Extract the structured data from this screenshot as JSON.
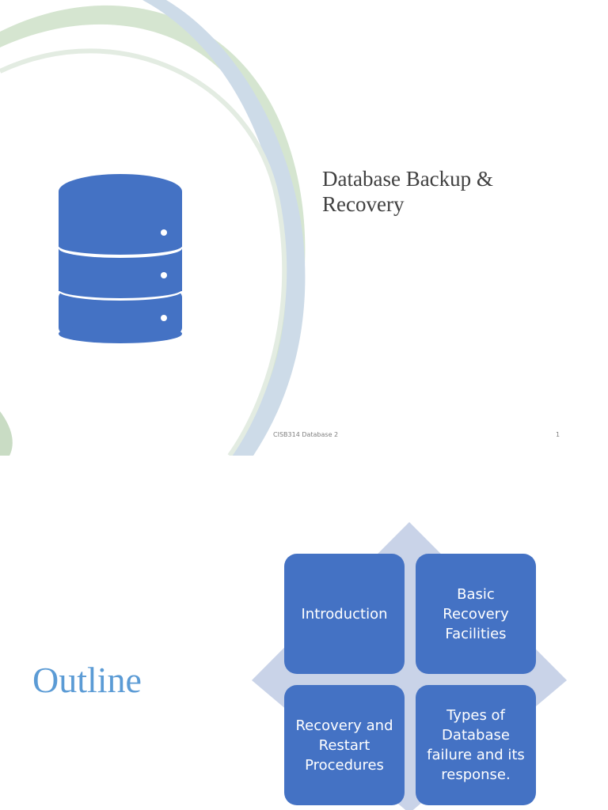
{
  "slide1": {
    "title_line1": "Database Backup &",
    "title_line2": "Recovery",
    "footer_left": "CISB314 Database 2",
    "footer_right": "1",
    "icon": "database-icon",
    "colors": {
      "accent": "#4472c4",
      "swoosh_green": "#c9dcc4",
      "swoosh_blue": "#c6d8e6",
      "title_text": "#404040"
    }
  },
  "slide2": {
    "title": "Outline",
    "tiles": [
      {
        "label": "Introduction"
      },
      {
        "label": "Basic Recovery Facilities"
      },
      {
        "label": "Recovery and Restart Procedures"
      },
      {
        "label": "Types of Database failure and its response."
      }
    ],
    "colors": {
      "tile": "#4472c4",
      "diamond": "#c9d3e8",
      "title": "#5b9bd5"
    }
  }
}
